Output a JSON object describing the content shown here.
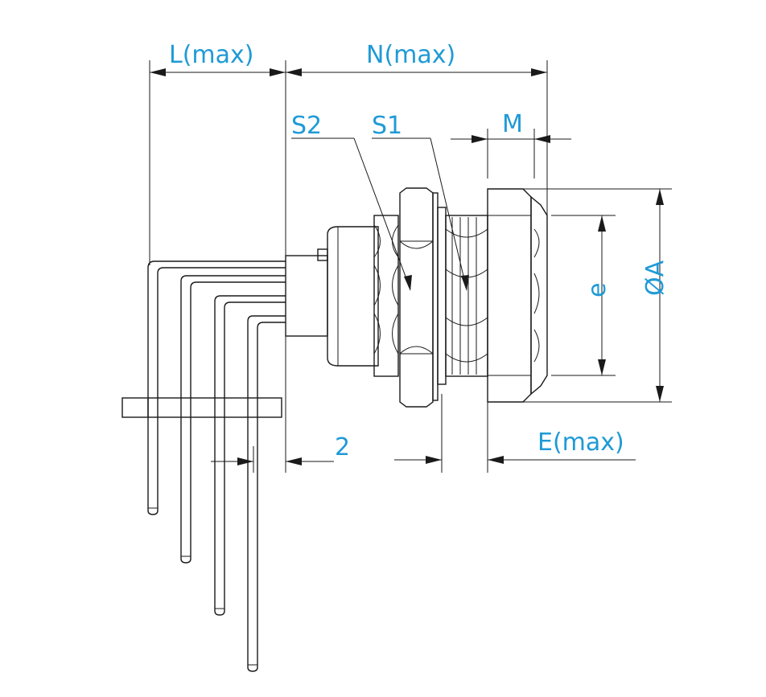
{
  "labels": {
    "L": "L(max)",
    "N": "N(max)",
    "S2": "S2",
    "S1": "S1",
    "M": "M",
    "e": "e",
    "A": "ØA",
    "two": "2",
    "E": "E(max)"
  },
  "colors": {
    "label": "#1f9ad6",
    "line": "#1a1a1a",
    "background": "#ffffff"
  }
}
